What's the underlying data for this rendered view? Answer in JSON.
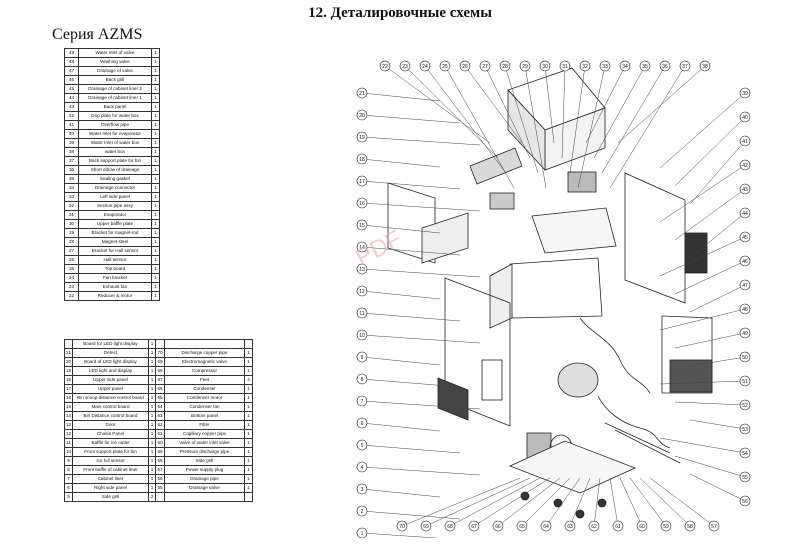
{
  "page_title": "12. Деталировочные схемы",
  "series_label": "Серия AZMS",
  "watermark": "PDF",
  "top_rows": [
    [
      "49",
      "Water inlet of valve",
      "1"
    ],
    [
      "48",
      "Washing valve",
      "1"
    ],
    [
      "47",
      "Drainage of valve",
      "1"
    ],
    [
      "46",
      "Back grill",
      "1"
    ],
    [
      "45",
      "Drainage of cabinet liner 2",
      "1"
    ],
    [
      "44",
      "Drainage of cabinet liner 1",
      "1"
    ],
    [
      "43",
      "Back panel",
      "1"
    ],
    [
      "42",
      "Drip plate for water box",
      "1"
    ],
    [
      "41",
      "Overflow pipe",
      "1"
    ],
    [
      "40",
      "Water Inlet for evaporator",
      "1"
    ],
    [
      "39",
      "Water Inlet of water box",
      "1"
    ],
    [
      "38",
      "water box",
      "1"
    ],
    [
      "37",
      "Back support plate for bin",
      "1"
    ],
    [
      "36",
      "Short elbow of drainage",
      "1"
    ],
    [
      "35",
      "Sealing gasket",
      "1"
    ],
    [
      "34",
      "Drainage connector",
      "1"
    ],
    [
      "33",
      "Left side panel",
      "1"
    ],
    [
      "32",
      "Section pipe assy",
      "1"
    ],
    [
      "31",
      "Evaporator",
      "1"
    ],
    [
      "30",
      "Upper baffle plate",
      "1"
    ],
    [
      "29",
      "Bracket for magnet-rod",
      "1"
    ],
    [
      "28",
      "Magnet steel",
      "1"
    ],
    [
      "27",
      "Bracket for Hall sensor",
      "1"
    ],
    [
      "26",
      "Hall sensor",
      "1"
    ],
    [
      "25",
      "Top board",
      "1"
    ],
    [
      "24",
      "Fan bracket",
      "1"
    ],
    [
      "23",
      "Exhaust fan",
      "1"
    ],
    [
      "22",
      "Reducer & motor",
      "1"
    ]
  ],
  "bottom_rows": [
    [
      "Board for LED light display",
      "1",
      "",
      "",
      ""
    ],
    [
      "Detect",
      "1",
      "70",
      "Discharge copper pipe",
      "1"
    ],
    [
      "Board of LED light display",
      "1",
      "69",
      "Electromagnetic valve",
      "1"
    ],
    [
      "LED light and display",
      "1",
      "68",
      "Compressor",
      "1"
    ],
    [
      "Upper side panel",
      "1",
      "67",
      "Feet",
      "4"
    ],
    [
      "Upper panel",
      "1",
      "66",
      "Condenser",
      "1"
    ],
    [
      "Bin scoop distance control board",
      "1",
      "65",
      "Condenser motor",
      "1"
    ],
    [
      "Main control board",
      "1",
      "64",
      "Condenser fan",
      "1"
    ],
    [
      "Bin Distance control board",
      "1",
      "63",
      "Bottom panel",
      "1"
    ],
    [
      "Door",
      "1",
      "62",
      "Filter",
      "1"
    ],
    [
      "Chasis Panel",
      "1",
      "61",
      "Capillary copper pipe",
      "1"
    ],
    [
      "Baffle for ice outlet",
      "1",
      "60",
      "Valve of water inlet valve",
      "1"
    ],
    [
      "Front support plate for bin",
      "1",
      "59",
      "Pressure discharge pipe",
      "1"
    ],
    [
      "Ice full sensor",
      "1",
      "58",
      "Side grill",
      "1"
    ],
    [
      "Front baffle of cabinet liner",
      "1",
      "57",
      "Power supply plug",
      "1"
    ],
    [
      "Cabinet liner",
      "1",
      "56",
      "Drainage pipe",
      "1"
    ],
    [
      "Right side panel",
      "1",
      "55",
      "Drainage valve",
      "1"
    ],
    [
      "Side grill",
      "2",
      "",
      "",
      ""
    ]
  ],
  "bottom_left_numbers": [
    "",
    "21",
    "20",
    "19",
    "18",
    "17",
    "16",
    "15",
    "14",
    "13",
    "12",
    "11",
    "10",
    "9",
    "8",
    "7",
    "6",
    "5",
    "4",
    "3",
    "2",
    "1"
  ],
  "callouts_left": [
    "21",
    "20",
    "19",
    "18",
    "17",
    "16",
    "15",
    "14",
    "13",
    "12",
    "11",
    "10",
    "9",
    "8",
    "7",
    "6",
    "5",
    "4",
    "3",
    "2",
    "1"
  ],
  "callouts_top": [
    "22",
    "23",
    "24",
    "25",
    "26",
    "27",
    "28",
    "29",
    "30",
    "31",
    "32",
    "33",
    "34",
    "35",
    "36",
    "37",
    "38"
  ],
  "callouts_right": [
    "39",
    "40",
    "41",
    "42",
    "43",
    "44",
    "45",
    "46",
    "47",
    "48",
    "49",
    "50",
    "51",
    "52",
    "53",
    "54",
    "55",
    "56"
  ],
  "callouts_bottom": [
    "70",
    "69",
    "68",
    "67",
    "66",
    "65",
    "64",
    "63",
    "62",
    "61",
    "60",
    "59",
    "58",
    "57"
  ]
}
